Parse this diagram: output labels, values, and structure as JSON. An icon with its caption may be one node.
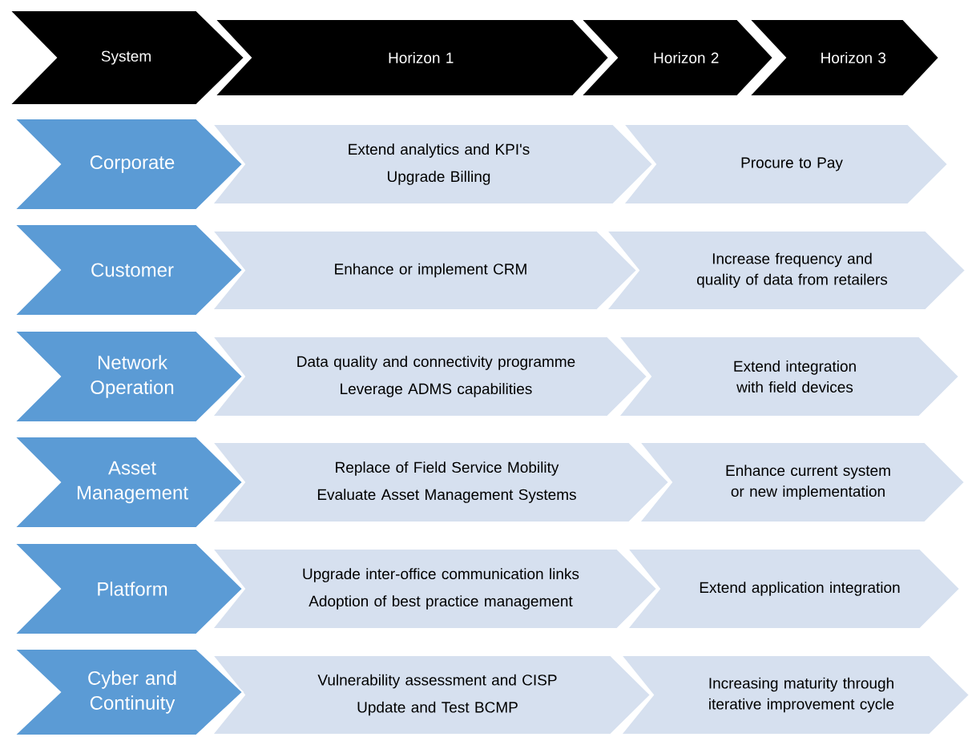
{
  "diagram": {
    "nodes": [
      {
        "text": [
          "System"
        ]
      },
      {
        "text": [
          "Horizon 1"
        ]
      },
      {
        "text": [
          "Horizon 2"
        ]
      },
      {
        "text": [
          "Horizon 3"
        ]
      },
      {
        "text": [
          "Corporate"
        ]
      },
      {
        "text": [
          "Extend analytics and KPI's",
          "Upgrade Billing"
        ]
      },
      {
        "text": [
          "Procure to Pay"
        ]
      },
      {
        "text": [
          "Customer"
        ]
      },
      {
        "text": [
          "Enhance or implement CRM"
        ]
      },
      {
        "text": [
          "Increase frequency and quality of data from retailers"
        ]
      },
      {
        "text": [
          "Network Operation"
        ]
      },
      {
        "text": [
          "Data quality and connectivity programme",
          "Leverage ADMS capabilities"
        ]
      },
      {
        "text": [
          "Extend integration with field devices"
        ]
      },
      {
        "text": [
          "Asset Management"
        ]
      },
      {
        "text": [
          "Replace of Field Service Mobility",
          "Evaluate Asset Management Systems"
        ]
      },
      {
        "text": [
          "Enhance current system or new implementation"
        ]
      },
      {
        "text": [
          "Platform"
        ]
      },
      {
        "text": [
          "Upgrade inter-office communication links",
          "Adoption of best practice management"
        ]
      },
      {
        "text": [
          "Extend application integration"
        ]
      },
      {
        "text": [
          "Cyber and Continuity"
        ]
      },
      {
        "text": [
          "Vulnerability assessment and CISP",
          "Update and Test BCMP"
        ]
      },
      {
        "text": [
          "Increasing maturity through iterative improvement cycle"
        ]
      }
    ]
  }
}
